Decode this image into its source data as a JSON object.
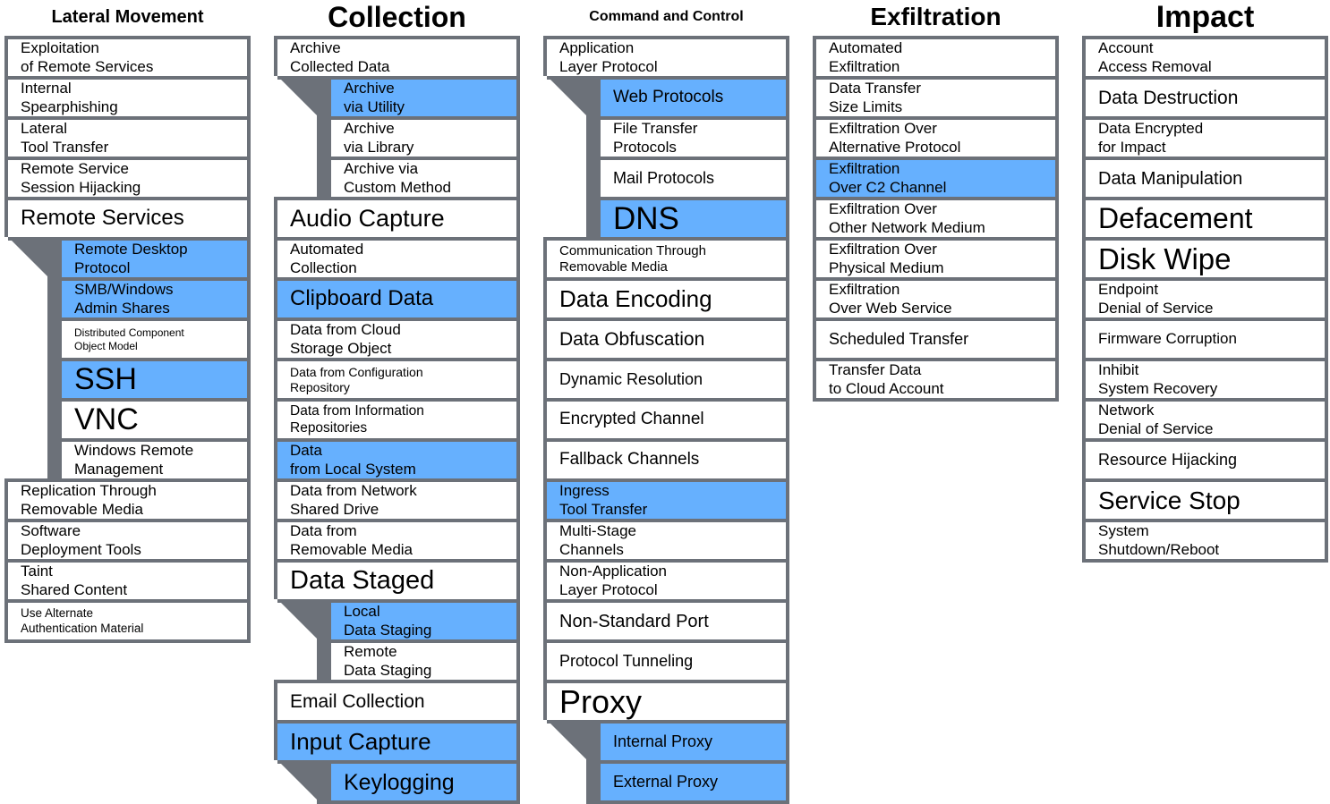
{
  "colors": {
    "highlight": "#66b0fe",
    "border": "#6c7179",
    "cell": "#ffffff"
  },
  "tactics": [
    {
      "name": "Lateral Movement",
      "techniques": [
        {
          "name": "Exploitation\nof Remote Services",
          "highlighted": false
        },
        {
          "name": "Internal\nSpearphishing",
          "highlighted": false
        },
        {
          "name": "Lateral\nTool Transfer",
          "highlighted": false
        },
        {
          "name": "Remote Service\nSession Hijacking",
          "highlighted": false
        },
        {
          "name": "Remote Services",
          "highlighted": false,
          "subtechniques": [
            {
              "name": "Remote Desktop\nProtocol",
              "highlighted": true
            },
            {
              "name": "SMB/Windows\nAdmin Shares",
              "highlighted": true
            },
            {
              "name": "Distributed Component\nObject Model",
              "highlighted": false
            },
            {
              "name": "SSH",
              "highlighted": true
            },
            {
              "name": "VNC",
              "highlighted": false
            },
            {
              "name": "Windows Remote\nManagement",
              "highlighted": false
            }
          ]
        },
        {
          "name": "Replication Through\nRemovable Media",
          "highlighted": false
        },
        {
          "name": "Software\nDeployment Tools",
          "highlighted": false
        },
        {
          "name": "Taint\nShared Content",
          "highlighted": false
        },
        {
          "name": "Use Alternate\nAuthentication Material",
          "highlighted": false
        }
      ]
    },
    {
      "name": "Collection",
      "techniques": [
        {
          "name": "Archive\nCollected Data",
          "highlighted": false,
          "subtechniques": [
            {
              "name": "Archive\nvia Utility",
              "highlighted": true
            },
            {
              "name": "Archive\nvia Library",
              "highlighted": false
            },
            {
              "name": "Archive via\nCustom Method",
              "highlighted": false
            }
          ]
        },
        {
          "name": "Audio Capture",
          "highlighted": false
        },
        {
          "name": "Automated\nCollection",
          "highlighted": false
        },
        {
          "name": "Clipboard Data",
          "highlighted": true
        },
        {
          "name": "Data from Cloud\nStorage Object",
          "highlighted": false
        },
        {
          "name": "Data from Configuration\nRepository",
          "highlighted": false
        },
        {
          "name": "Data from Information\nRepositories",
          "highlighted": false
        },
        {
          "name": "Data\nfrom Local System",
          "highlighted": true
        },
        {
          "name": "Data from Network\nShared Drive",
          "highlighted": false
        },
        {
          "name": "Data from\nRemovable Media",
          "highlighted": false
        },
        {
          "name": "Data Staged",
          "highlighted": false,
          "subtechniques": [
            {
              "name": "Local\nData Staging",
              "highlighted": true
            },
            {
              "name": "Remote\nData Staging",
              "highlighted": false
            }
          ]
        },
        {
          "name": "Email Collection",
          "highlighted": false
        },
        {
          "name": "Input Capture",
          "highlighted": true,
          "subtechniques": [
            {
              "name": "Keylogging",
              "highlighted": true
            }
          ]
        }
      ]
    },
    {
      "name": "Command and Control",
      "techniques": [
        {
          "name": "Application\nLayer Protocol",
          "highlighted": false,
          "subtechniques": [
            {
              "name": "Web Protocols",
              "highlighted": true
            },
            {
              "name": "File Transfer\nProtocols",
              "highlighted": false
            },
            {
              "name": "Mail Protocols",
              "highlighted": false
            },
            {
              "name": "DNS",
              "highlighted": true
            }
          ]
        },
        {
          "name": "Communication Through\nRemovable Media",
          "highlighted": false
        },
        {
          "name": "Data Encoding",
          "highlighted": false
        },
        {
          "name": "Data Obfuscation",
          "highlighted": false
        },
        {
          "name": "Dynamic Resolution",
          "highlighted": false
        },
        {
          "name": "Encrypted Channel",
          "highlighted": false
        },
        {
          "name": "Fallback Channels",
          "highlighted": false
        },
        {
          "name": "Ingress\nTool Transfer",
          "highlighted": true
        },
        {
          "name": "Multi-Stage\nChannels",
          "highlighted": false
        },
        {
          "name": "Non-Application\nLayer Protocol",
          "highlighted": false
        },
        {
          "name": "Non-Standard Port",
          "highlighted": false
        },
        {
          "name": "Protocol Tunneling",
          "highlighted": false
        },
        {
          "name": "Proxy",
          "highlighted": false,
          "subtechniques": [
            {
              "name": "Internal Proxy",
              "highlighted": true
            },
            {
              "name": "External Proxy",
              "highlighted": true
            }
          ]
        }
      ]
    },
    {
      "name": "Exfiltration",
      "techniques": [
        {
          "name": "Automated\nExfiltration",
          "highlighted": false
        },
        {
          "name": "Data Transfer\nSize Limits",
          "highlighted": false
        },
        {
          "name": "Exfiltration Over\nAlternative Protocol",
          "highlighted": false
        },
        {
          "name": "Exfiltration\nOver C2 Channel",
          "highlighted": true
        },
        {
          "name": "Exfiltration Over\nOther Network Medium",
          "highlighted": false
        },
        {
          "name": "Exfiltration Over\nPhysical Medium",
          "highlighted": false
        },
        {
          "name": "Exfiltration\nOver Web Service",
          "highlighted": false
        },
        {
          "name": "Scheduled Transfer",
          "highlighted": false
        },
        {
          "name": "Transfer Data\nto Cloud Account",
          "highlighted": false
        }
      ]
    },
    {
      "name": "Impact",
      "techniques": [
        {
          "name": "Account\nAccess Removal",
          "highlighted": false
        },
        {
          "name": "Data Destruction",
          "highlighted": false
        },
        {
          "name": "Data Encrypted\nfor Impact",
          "highlighted": false
        },
        {
          "name": "Data Manipulation",
          "highlighted": false
        },
        {
          "name": "Defacement",
          "highlighted": false
        },
        {
          "name": "Disk Wipe",
          "highlighted": false
        },
        {
          "name": "Endpoint\nDenial of Service",
          "highlighted": false
        },
        {
          "name": "Firmware Corruption",
          "highlighted": false
        },
        {
          "name": "Inhibit\nSystem Recovery",
          "highlighted": false
        },
        {
          "name": "Network\nDenial of Service",
          "highlighted": false
        },
        {
          "name": "Resource Hijacking",
          "highlighted": false
        },
        {
          "name": "Service Stop",
          "highlighted": false
        },
        {
          "name": "System\nShutdown/Reboot",
          "highlighted": false
        }
      ]
    }
  ]
}
